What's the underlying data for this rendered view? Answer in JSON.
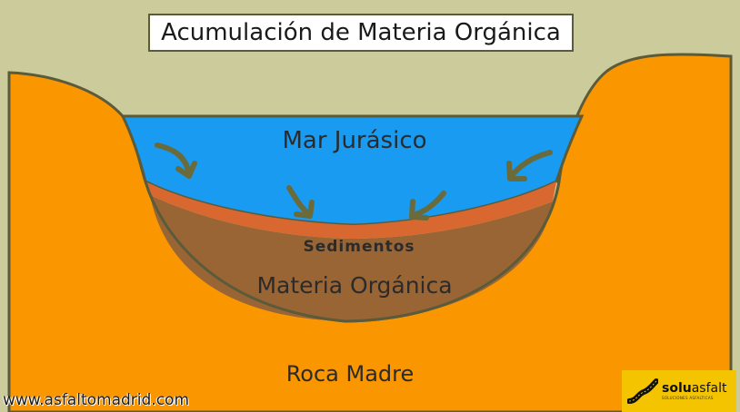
{
  "title": "Acumulación de Materia Orgánica",
  "labels": {
    "sea": "Mar Jurásico",
    "sediments": "Sedimentos",
    "organic": "Materia Orgánica",
    "bedrock": "Roca Madre"
  },
  "website": "www.asfaltomadrid.com",
  "logo": {
    "prefix": "solu",
    "suffix": "asfalt",
    "tagline": "SOLUCIONES ASFALTICAS"
  },
  "colors": {
    "sky": "#cbcb9b",
    "rock": "#fa9600",
    "sea": "#189bf0",
    "sediment": "#d86830",
    "organic": "#9a6535",
    "outline": "#5b5b3a",
    "arrow": "#6a6a3a",
    "logo_bg": "#f5c400"
  }
}
